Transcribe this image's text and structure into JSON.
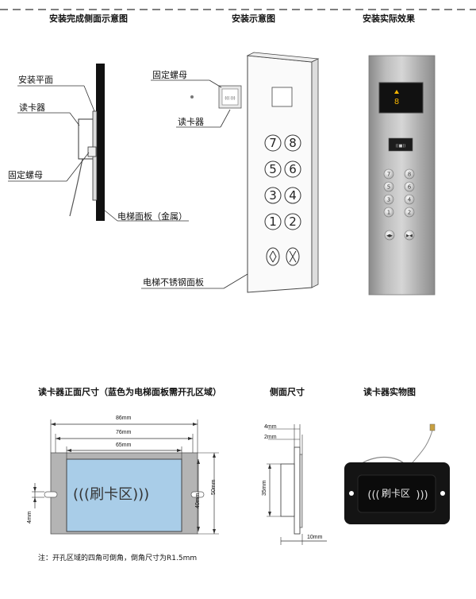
{
  "top_section": {
    "side_view_title": "安装完成侧面示意图",
    "install_title": "安装示意图",
    "effect_title": "安装实际效果",
    "side_labels": {
      "install_plane": "安装平面",
      "card_reader": "读卡器",
      "fixing_nut": "固定螺母",
      "elevator_panel_metal": "电梯面板（金属）"
    },
    "install_labels": {
      "fixing_nut": "固定螺母",
      "card_reader": "读卡器",
      "stainless_panel": "电梯不锈钢面板"
    },
    "keypad_numbers": [
      "7",
      "8",
      "5",
      "6",
      "3",
      "4",
      "1",
      "2"
    ],
    "display_floor": "8"
  },
  "bottom_section": {
    "front_title": "读卡器正面尺寸（蓝色为电梯面板需开孔区域）",
    "side_title": "侧面尺寸",
    "photo_title": "读卡器实物图",
    "front_dims": {
      "w86": "86mm",
      "w76": "76mm",
      "w65": "65mm",
      "h50": "50mm",
      "h40": "40mm",
      "h4": "4mm",
      "swipe_text": "(((刷卡区)))"
    },
    "side_dims": {
      "d4": "4mm",
      "d2": "2mm",
      "d35": "35mm",
      "d10": "10mm"
    },
    "photo_text": "刷卡区",
    "note": "注：开孔区域的四角可倒角，倒角尺寸为R1.5mm"
  },
  "colors": {
    "opening_blue": "#a9cde8",
    "frame_gray": "#b4b4b4",
    "panel_black": "#141414"
  }
}
